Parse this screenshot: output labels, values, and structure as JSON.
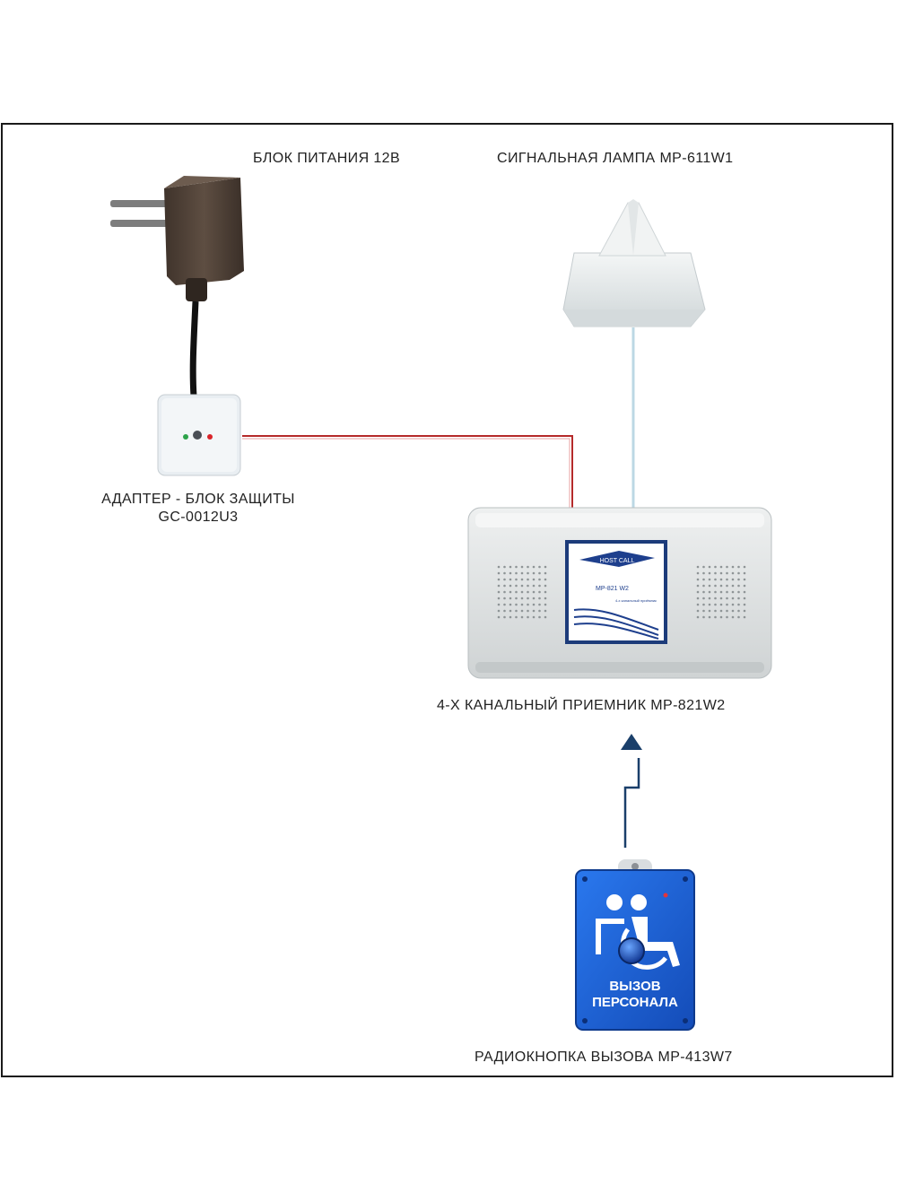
{
  "labels": {
    "power_supply": "БЛОК ПИТАНИЯ 12В",
    "signal_lamp": "СИГНАЛЬНАЯ ЛАМПА МР-611W1",
    "adapter_line1": "АДАПТЕР - БЛОК ЗАЩИТЫ",
    "adapter_line2": "GC-0012U3",
    "receiver": "4-Х КАНАЛЬНЫЙ ПРИЕМНИК МР-821W2",
    "radio_button": "РАДИОКНОПКА ВЫЗОВА МР-413W7"
  },
  "receiver_plate": {
    "brand": "HOST CALL",
    "model": "MP-821 W2",
    "subtitle": "4-х канальный приёмник"
  },
  "call_button": {
    "line1": "ВЫЗОВ",
    "line2": "ПЕРСОНАЛА"
  },
  "colors": {
    "power_wire": "#b52a2a",
    "lamp_wire": "#cfe3ec",
    "button_blue": "#1e64d8",
    "device_grey": "#dfe2e3",
    "adapter_body": "#5a4a3e"
  }
}
